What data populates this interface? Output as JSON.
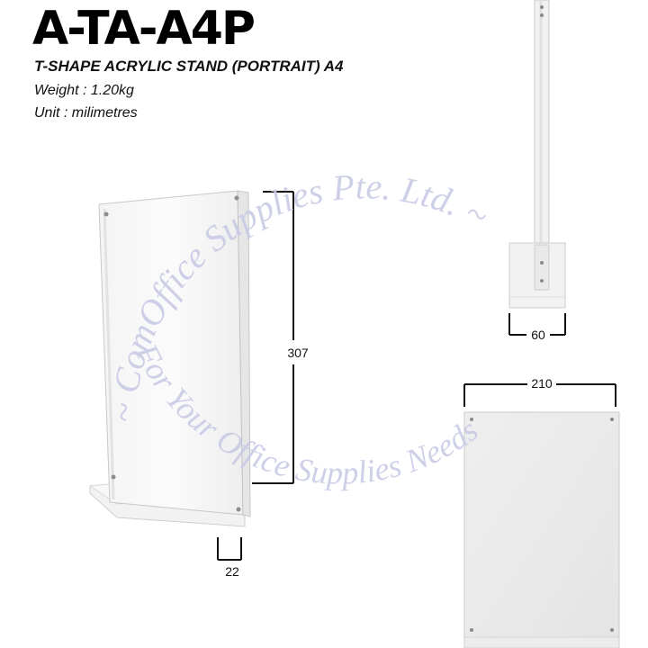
{
  "product": {
    "code": "A-TA-A4P",
    "name": "T-SHAPE ACRYLIC STAND (PORTRAIT) A4",
    "weight": "Weight : 1.20kg",
    "unit": "Unit : milimetres"
  },
  "dimensions": {
    "height": "307",
    "depth_base_front": "22",
    "depth_base_side": "60",
    "width": "210"
  },
  "watermark": {
    "line1": "~ ComOffice Supplies Pte. Ltd. ~",
    "line2": "For Your Office Supplies Needs"
  }
}
